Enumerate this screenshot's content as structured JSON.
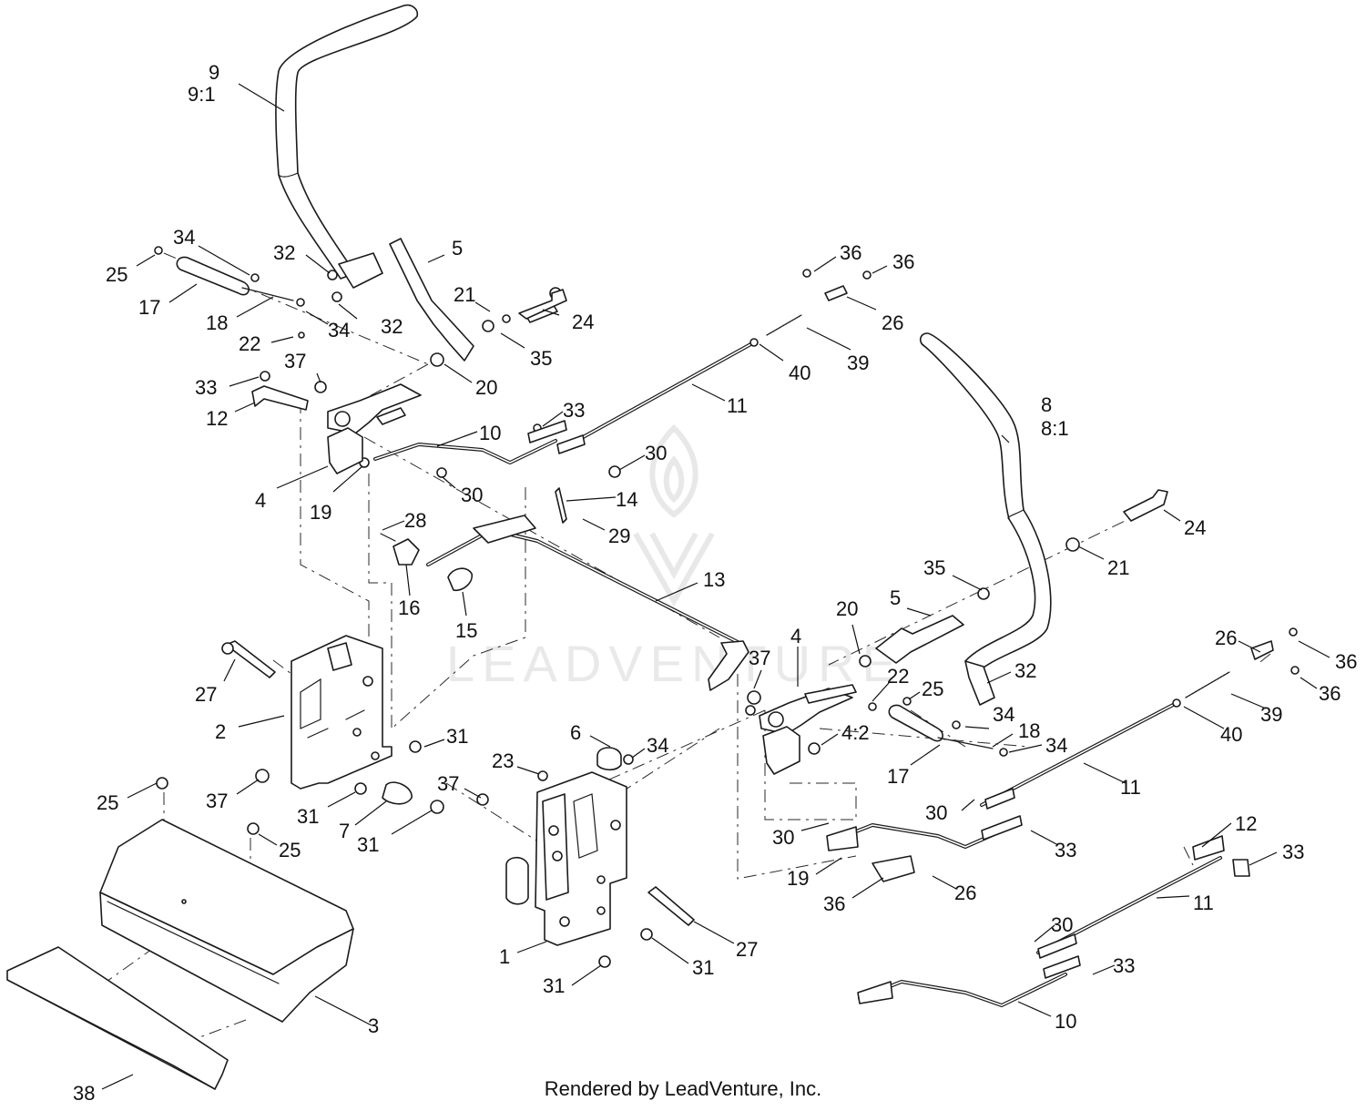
{
  "watermark": {
    "text": "LEADVENTURE"
  },
  "footer": {
    "credit": "Rendered by LeadVenture, Inc."
  },
  "callouts": [
    {
      "text": "9"
    },
    {
      "text": "9:1"
    },
    {
      "text": "34"
    },
    {
      "text": "25"
    },
    {
      "text": "32"
    },
    {
      "text": "5"
    },
    {
      "text": "17"
    },
    {
      "text": "18"
    },
    {
      "text": "34"
    },
    {
      "text": "32"
    },
    {
      "text": "21"
    },
    {
      "text": "24"
    },
    {
      "text": "22"
    },
    {
      "text": "35"
    },
    {
      "text": "37"
    },
    {
      "text": "33"
    },
    {
      "text": "20"
    },
    {
      "text": "12"
    },
    {
      "text": "36"
    },
    {
      "text": "36"
    },
    {
      "text": "26"
    },
    {
      "text": "39"
    },
    {
      "text": "40"
    },
    {
      "text": "11"
    },
    {
      "text": "33"
    },
    {
      "text": "10"
    },
    {
      "text": "30"
    },
    {
      "text": "4"
    },
    {
      "text": "19"
    },
    {
      "text": "30"
    },
    {
      "text": "14"
    },
    {
      "text": "28"
    },
    {
      "text": "29"
    },
    {
      "text": "8"
    },
    {
      "text": "8:1"
    },
    {
      "text": "24"
    },
    {
      "text": "21"
    },
    {
      "text": "16"
    },
    {
      "text": "15"
    },
    {
      "text": "13"
    },
    {
      "text": "35"
    },
    {
      "text": "5"
    },
    {
      "text": "20"
    },
    {
      "text": "27"
    },
    {
      "text": "37"
    },
    {
      "text": "4"
    },
    {
      "text": "22"
    },
    {
      "text": "25"
    },
    {
      "text": "32"
    },
    {
      "text": "26"
    },
    {
      "text": "36"
    },
    {
      "text": "36"
    },
    {
      "text": "39"
    },
    {
      "text": "40"
    },
    {
      "text": "2"
    },
    {
      "text": "31"
    },
    {
      "text": "6"
    },
    {
      "text": "34"
    },
    {
      "text": "4:2"
    },
    {
      "text": "34"
    },
    {
      "text": "18"
    },
    {
      "text": "34"
    },
    {
      "text": "17"
    },
    {
      "text": "11"
    },
    {
      "text": "23"
    },
    {
      "text": "37"
    },
    {
      "text": "37"
    },
    {
      "text": "31"
    },
    {
      "text": "25"
    },
    {
      "text": "7"
    },
    {
      "text": "31"
    },
    {
      "text": "30"
    },
    {
      "text": "33"
    },
    {
      "text": "25"
    },
    {
      "text": "30"
    },
    {
      "text": "19"
    },
    {
      "text": "12"
    },
    {
      "text": "33"
    },
    {
      "text": "36"
    },
    {
      "text": "26"
    },
    {
      "text": "11"
    },
    {
      "text": "27"
    },
    {
      "text": "30"
    },
    {
      "text": "1"
    },
    {
      "text": "31"
    },
    {
      "text": "33"
    },
    {
      "text": "31"
    },
    {
      "text": "3"
    },
    {
      "text": "10"
    },
    {
      "text": "38"
    }
  ]
}
